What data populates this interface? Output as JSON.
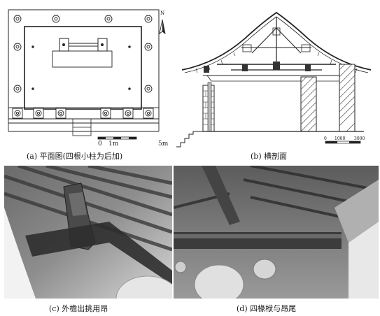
{
  "captions": {
    "a": "(a)  平面图(四根小柱为后加)",
    "b": "(b)  横剖面",
    "c": "(c)  外檐出挑用昂",
    "d": "(d)  四椽栿与昂尾"
  },
  "plan": {
    "north_label": "N",
    "scale_start": "0",
    "scale_mid": "1m",
    "scale_end": "5m"
  },
  "section": {
    "scale_start": "0",
    "scale_mid": "1000",
    "scale_end": "3000"
  }
}
